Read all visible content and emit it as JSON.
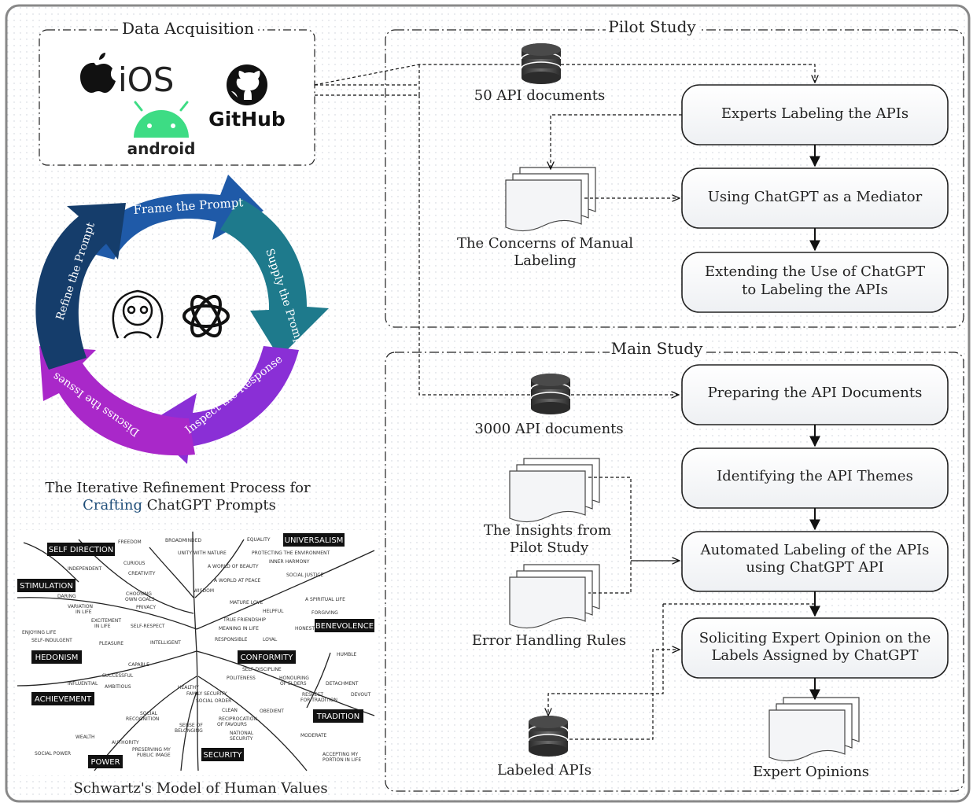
{
  "sections": {
    "data_acquisition": "Data Acquisition",
    "pilot_study": "Pilot Study",
    "main_study": "Main Study"
  },
  "sources": {
    "ios": "iOS",
    "android": "android",
    "github": "GitHub"
  },
  "cycle": {
    "frame": "Frame the Prompt",
    "supply": "Supply the Prompt",
    "inspect": "Inspect the Response",
    "discuss": "Discuss the Issues",
    "refine": "Refine the Prompt",
    "caption_line1": "The Iterative Refinement Process for",
    "caption_highlight": "Crafting",
    "caption_line2_rest": " ChatGPT Prompts",
    "caption_highlight_color": "#1f4e79"
  },
  "pilot": {
    "db_label": "50 API documents",
    "doc_label_line1": "The Concerns of Manual",
    "doc_label_line2": "Labeling",
    "steps": [
      {
        "line1": "Experts Labeling the APIs",
        "line2": ""
      },
      {
        "line1": "Using ChatGPT as a Mediator",
        "line2": ""
      },
      {
        "line1": "Extending the Use of ChatGPT",
        "line2": "to Labeling the APIs"
      }
    ]
  },
  "main": {
    "db_label": "3000 API documents",
    "insights_line1": "The Insights from",
    "insights_line2": "Pilot Study",
    "error_label": "Error Handling Rules",
    "labeled_label": "Labeled APIs",
    "expert_label": "Expert Opinions",
    "steps": [
      {
        "line1": "Preparing the API Documents",
        "line2": ""
      },
      {
        "line1": "Identifying the API Themes",
        "line2": ""
      },
      {
        "line1": "Automated Labeling of the APIs",
        "line2": "using ChatGPT API"
      },
      {
        "line1": "Soliciting Expert Opinion on the",
        "line2": "Labels Assigned by ChatGPT"
      }
    ]
  },
  "schwartz": {
    "caption": "Schwartz's Model of Human Values",
    "categories": [
      "SELF DIRECTION",
      "UNIVERSALISM",
      "STIMULATION",
      "BENEVOLENCE",
      "HEDONISM",
      "CONFORMITY",
      "ACHIEVEMENT",
      "TRADITION",
      "POWER",
      "SECURITY"
    ],
    "values": [
      "FREEDOM",
      "BROADMINDED",
      "EQUALITY",
      "UNITY WITH NATURE",
      "PROTECTING THE ENVIRONMENT",
      "INDEPENDENT",
      "CURIOUS",
      "A WORLD OF BEAUTY",
      "INNER HARMONY",
      "CREATIVITY",
      "SOCIAL JUSTICE",
      "A WORLD AT PEACE",
      "DARING",
      "CHOOSING",
      "OWN GOALS",
      "WISDOM",
      "VARIATION",
      "IN LIFE",
      "PRIVACY",
      "MATURE LOVE",
      "A SPIRITUAL LIFE",
      "HELPFUL",
      "FORGIVING",
      "EXCITEMENT",
      "IN LIFE",
      "SELF-RESPECT",
      "TRUE FRIENDSHIP",
      "ENJOYING LIFE",
      "MEANING IN LIFE",
      "HONEST",
      "SELF-INDULGENT",
      "PLEASURE",
      "INTELLIGENT",
      "RESPONSIBLE",
      "LOYAL",
      "HUMBLE",
      "CAPABLE",
      "SELF-DISCIPLINE",
      "SUCCESSFUL",
      "POLITENESS",
      "HONOURING",
      "OF ELDERS",
      "INFLUENTIAL",
      "AMBITIOUS",
      "HEALTHY",
      "DETACHMENT",
      "FAMILY SECURITY",
      "RESPECT",
      "FOR TRADITION",
      "DEVOUT",
      "SOCIAL ORDER",
      "CLEAN",
      "OBEDIENT",
      "SOCIAL",
      "RECOGNITION",
      "RECIPROCATION",
      "OF FAVOURS",
      "SENSE OF",
      "BELONGING",
      "NATIONAL",
      "SECURITY",
      "MODERATE",
      "WEALTH",
      "AUTHORITY",
      "PRESERVING MY",
      "PUBLIC IMAGE",
      "ACCEPTING MY",
      "PORTION IN LIFE",
      "SOCIAL POWER"
    ]
  }
}
